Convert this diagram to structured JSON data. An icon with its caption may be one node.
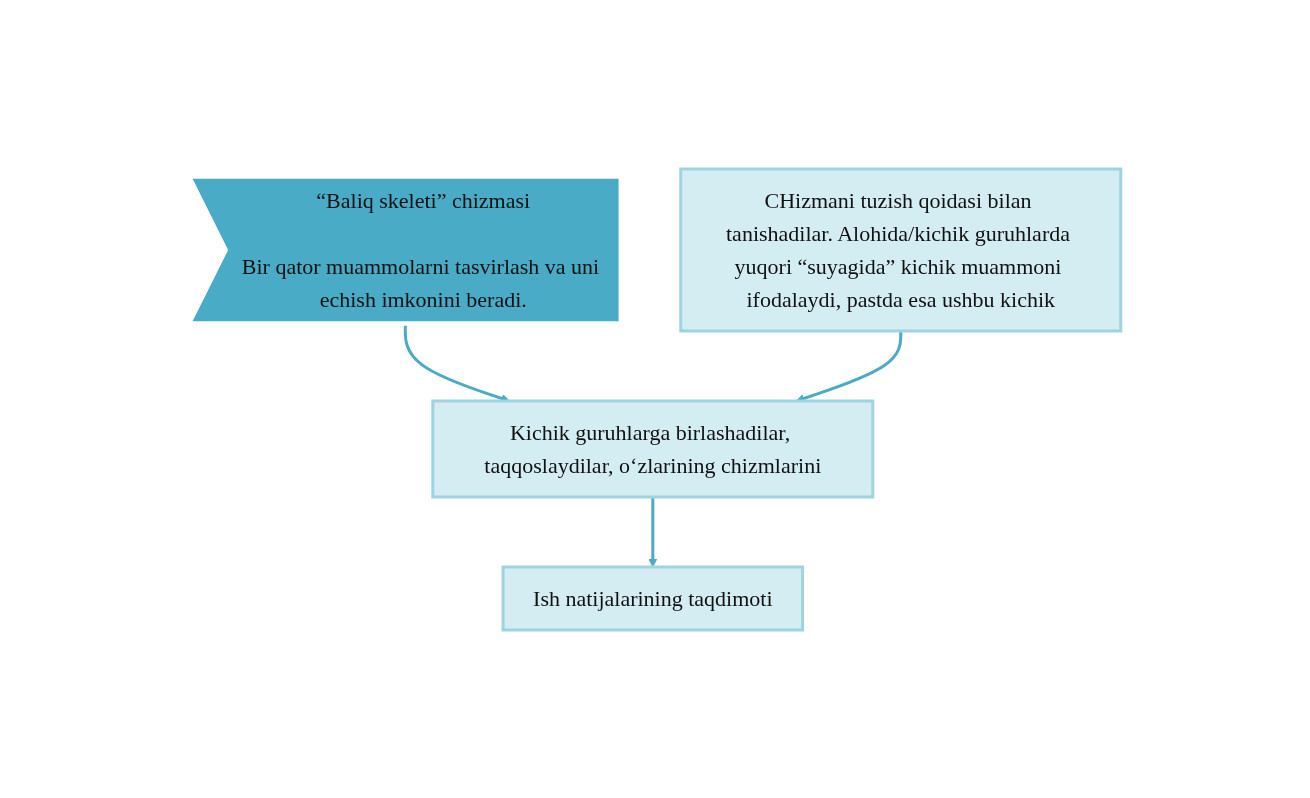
{
  "diagram": {
    "nodes": [
      {
        "text": [
          "“Baliq skeleti” chizmasi",
          "Bir qator muammolarni tasvirlash va uni echish imkonini beradi."
        ]
      },
      {
        "text": [
          "CHizmani tuzish qoidasi bilan tanishadilar. Alohida/kichik guruhlarda yuqori “suyagida” kichik muammoni ifodalaydi, pastda esa ushbu kichik"
        ]
      },
      {
        "text": [
          "Kichik guruhlarga birlashadilar, taqqoslaydilar, o‘zlarining chizmlarini"
        ]
      },
      {
        "text": [
          "Ish natijalarining taqdimoti"
        ]
      }
    ],
    "edges": [
      {
        "from": 0,
        "to": 2,
        "arrow": "to"
      },
      {
        "from": 1,
        "to": 2,
        "arrow": "to"
      },
      {
        "from": 2,
        "to": 3,
        "arrow": "to"
      }
    ]
  }
}
